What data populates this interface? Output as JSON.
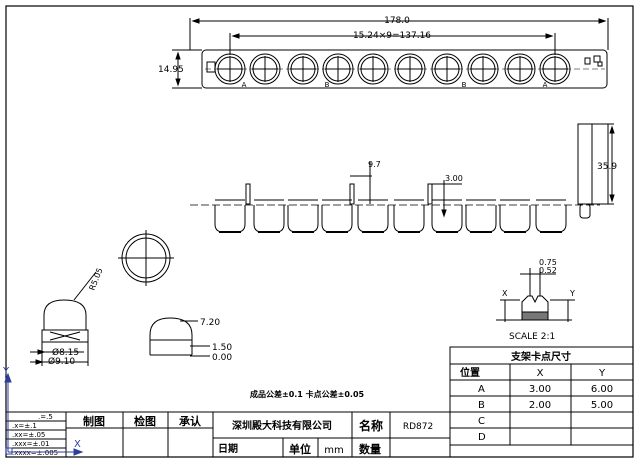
{
  "dimensions": {
    "total_length": "178.0",
    "pitch": "15.24×9=137.16",
    "strip_height": "14.95",
    "post_height": "35.9",
    "tab_height_1": "9.7",
    "tab_height_2": "3.00",
    "pin_width_1": "0.75",
    "pin_width_2": "0.52",
    "radius": "R5.05",
    "dia_inner": "Ø8.15",
    "dia_outer": "Ø9.10",
    "height_top": "7.20",
    "height_mid": "1.50",
    "height_base": "0.00"
  },
  "markers": {
    "a": "A",
    "b": "B",
    "x": "X",
    "y": "Y",
    "y_axis": "Y",
    "x_axis": "X"
  },
  "scale_label": "SCALE 2:1",
  "tolerance_note": "成品公差±0.1 卡点公差±0.05",
  "point_table": {
    "title": "支架卡点尺寸",
    "header": [
      "位置",
      "X",
      "Y"
    ],
    "rows": [
      [
        "A",
        "3.00",
        "6.00"
      ],
      [
        "B",
        "2.00",
        "5.00"
      ],
      [
        "C",
        "",
        ""
      ],
      [
        "D",
        "",
        ""
      ]
    ]
  },
  "tolerance_table": [
    ".=.5",
    ".x=±.1",
    ".xx=±.05",
    ".xxx=±.01",
    ".xxxx=±.005"
  ],
  "title_block": {
    "draw": "制图",
    "check": "检图",
    "approve": "承认",
    "company": "深圳殿大科技有限公司",
    "name_label": "名称",
    "name_value": "RD872",
    "date_label": "日期",
    "unit_label": "单位",
    "unit_value": "mm",
    "qty_label": "数量"
  }
}
